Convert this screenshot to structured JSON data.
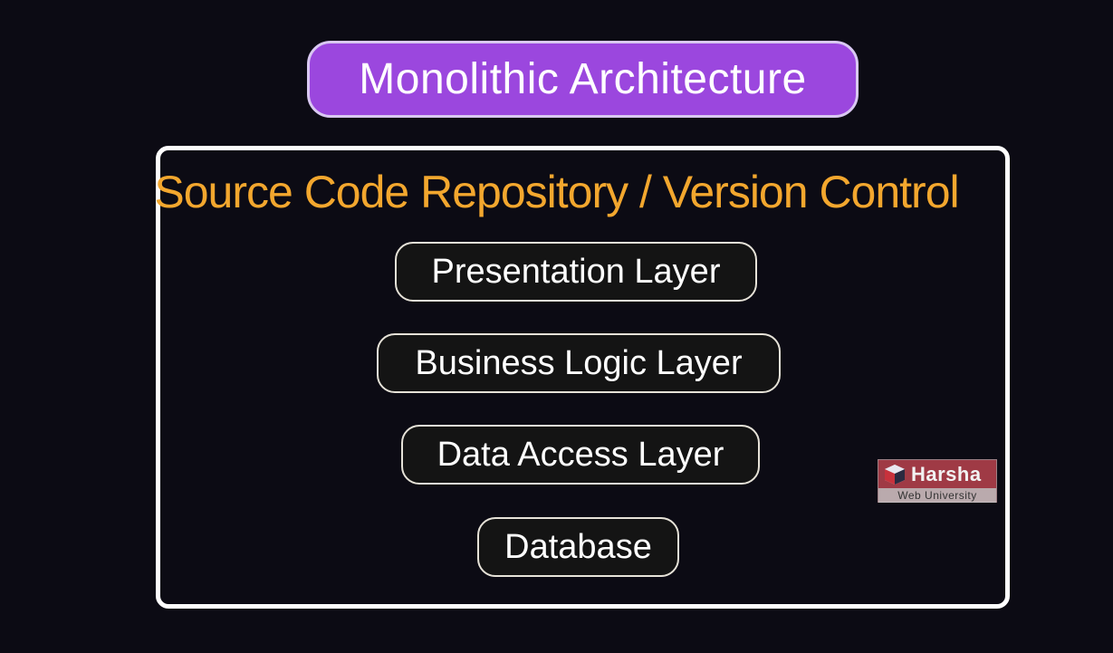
{
  "diagram": {
    "title": "Monolithic Architecture",
    "container_label": "Source Code Repository / Version Control",
    "layers": [
      {
        "label": "Presentation Layer"
      },
      {
        "label": "Business Logic Layer"
      },
      {
        "label": "Data Access Layer"
      },
      {
        "label": "Database"
      }
    ]
  },
  "watermark": {
    "name": "Harsha",
    "subtitle": "Web University"
  },
  "colors": {
    "background": "#0c0b14",
    "title_fill": "#9b47de",
    "title_border": "#d9c8f2",
    "container_border": "#ffffff",
    "container_label": "#f3a72e",
    "layer_fill": "#141414",
    "layer_border": "#e6e2d8"
  }
}
